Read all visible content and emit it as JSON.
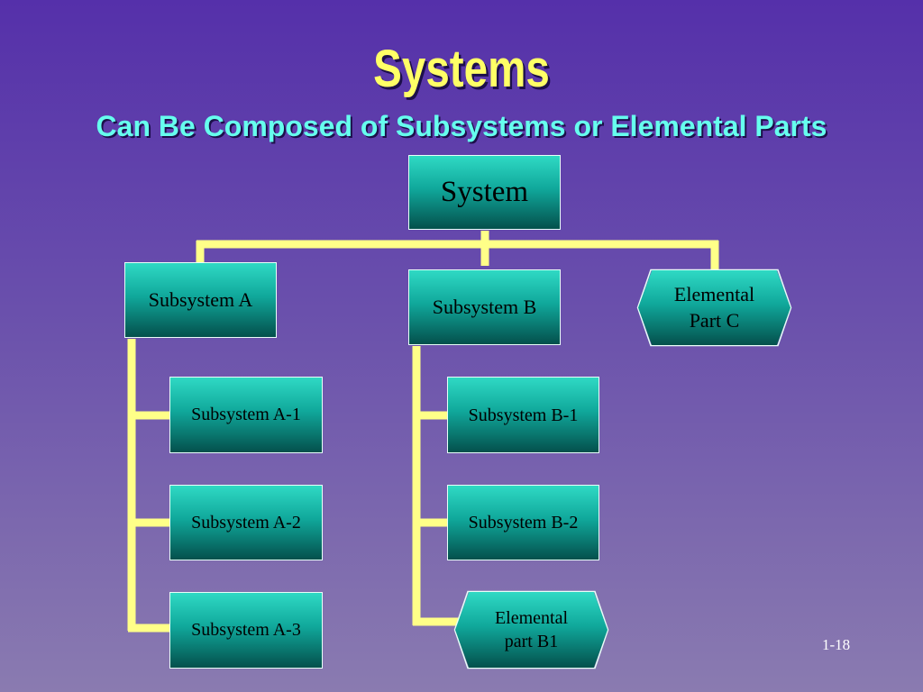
{
  "slide": {
    "title": "Systems",
    "subtitle": "Can Be Composed of Subsystems or Elemental Parts",
    "page_number": "1-18"
  },
  "diagram": {
    "root": "System",
    "level1": [
      "Subsystem A",
      "Subsystem B",
      "Elemental\n Part C"
    ],
    "subsystem_a_children": [
      "Subsystem A-1",
      "Subsystem A-2",
      "Subsystem A-3"
    ],
    "subsystem_b_children": [
      "Subsystem B-1",
      "Subsystem B-2",
      "Elemental\n part B1"
    ]
  },
  "colors": {
    "connector": "#ffff88",
    "title": "#ffff66",
    "subtitle": "#66ffee",
    "box": "#10a89b"
  }
}
